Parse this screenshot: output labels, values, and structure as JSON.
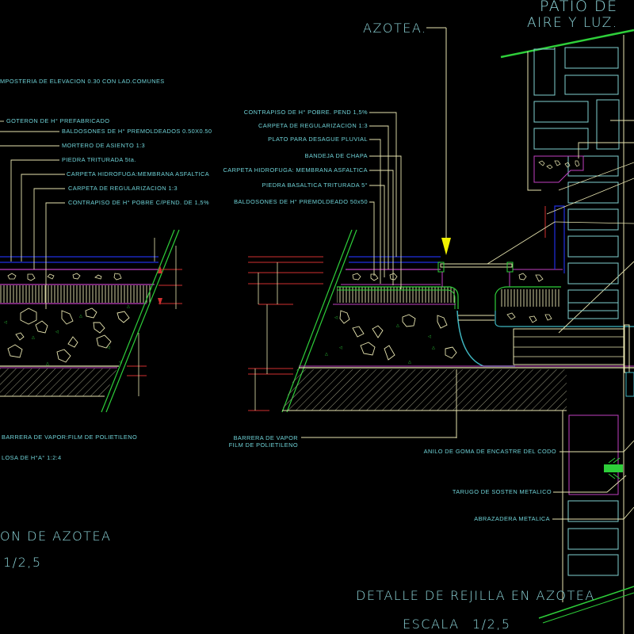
{
  "drawing": {
    "background": "#000000",
    "colors": {
      "text": "#6fd3d8",
      "leader": "#e8e5b0",
      "green": "#2ecf3a",
      "magenta": "#c040c0",
      "blue": "#2030e0",
      "red": "#d03030",
      "yellow": "#f2f200",
      "cyan_block": "#7fcfcf"
    }
  },
  "top_titles": {
    "patio_line1": "PATIO DE",
    "patio_line2": "AIRE Y LUZ.",
    "azotea": "AZOTEA."
  },
  "left_detail": {
    "labels": [
      "MPOSTERIA DE ELEVACION 0.30 CON LAD.COMUNES",
      "GOTERON DE H° PREFABRICADO",
      "BALDOSONES DE H° PREMOLDEADOS 0.50X0.50",
      "MORTERO DE ASIENTO 1:3",
      "PIEDRA TRITURADA 5ta.",
      "CARPETA HIDROFUGA:MEMBRANA ASFALTICA",
      "CARPETA DE REGULARIZACION 1:3",
      "CONTRAPISO DE H° POBRE C/PEND. DE 1,5%"
    ],
    "bottom_labels": [
      "BARRERA DE VAPOR:FILM DE POLIETILENO",
      "LOSA DE H°A° 1:2:4"
    ],
    "title": "ON DE AZOTEA",
    "scale": "1/2,5"
  },
  "center_detail": {
    "labels": [
      "CONTRAPISO DE H° POBRE. PEND 1,5%",
      "CARPETA DE REGULARIZACION 1:3",
      "PLATO PARA DESAGUE PLUVIAL",
      "BANDEJA DE CHAPA",
      "CARPETA HIDROFUGA: MEMBRANA ASFALTICA",
      "PIEDRA BASALTICA TRITURADA 5°",
      "BALDOSONES DE H° PREMOLDEADO 50x50"
    ],
    "barrera_line1": "BARRERA DE VAPOR",
    "barrera_line2": "FILM DE POLIETILENO"
  },
  "right_detail": {
    "labels": [
      "ANILO DE GOMA DE ENCASTRE DEL CODO",
      "TARUGO DE SOSTEN METALICO",
      "ABRAZADERA METALICA"
    ]
  },
  "footer": {
    "title": "DETALLE DE REJILLA EN AZOTEA",
    "scale_label": "ESCALA",
    "scale_value": "1/2,5"
  },
  "icons": {
    "drain_arrow": "yellow-down-arrow"
  }
}
